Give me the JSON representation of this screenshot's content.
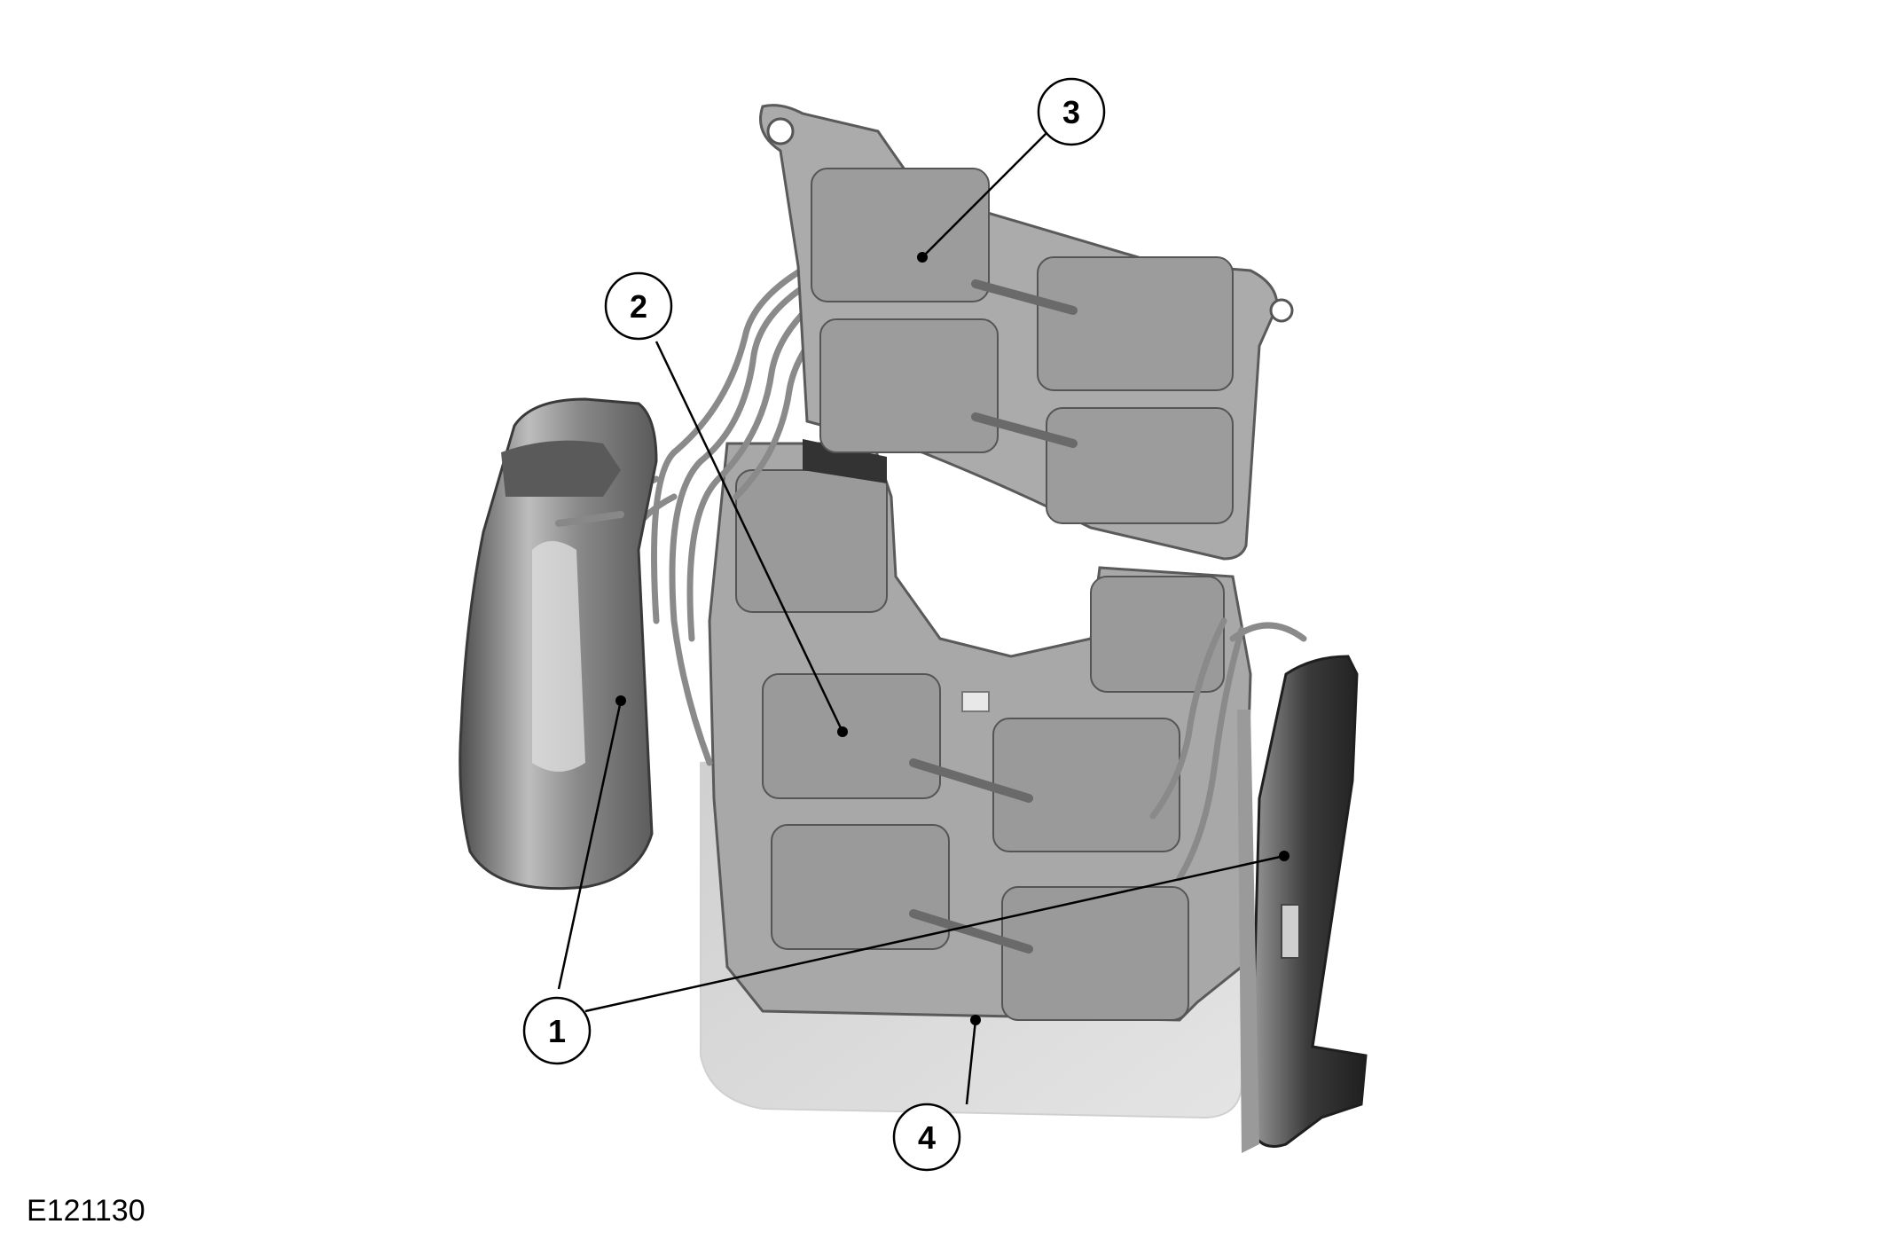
{
  "figure_id": "E121130",
  "callouts": [
    {
      "id": "1",
      "label": "1"
    },
    {
      "id": "2",
      "label": "2"
    },
    {
      "id": "3",
      "label": "3"
    },
    {
      "id": "4",
      "label": "4"
    }
  ],
  "colors": {
    "part_dark": "#5a5a5a",
    "part_mid": "#9c9c9c",
    "part_light": "#c6c6c6",
    "part_faint": "#dedede",
    "outline": "#3a3a3a",
    "leader": "#000000"
  }
}
